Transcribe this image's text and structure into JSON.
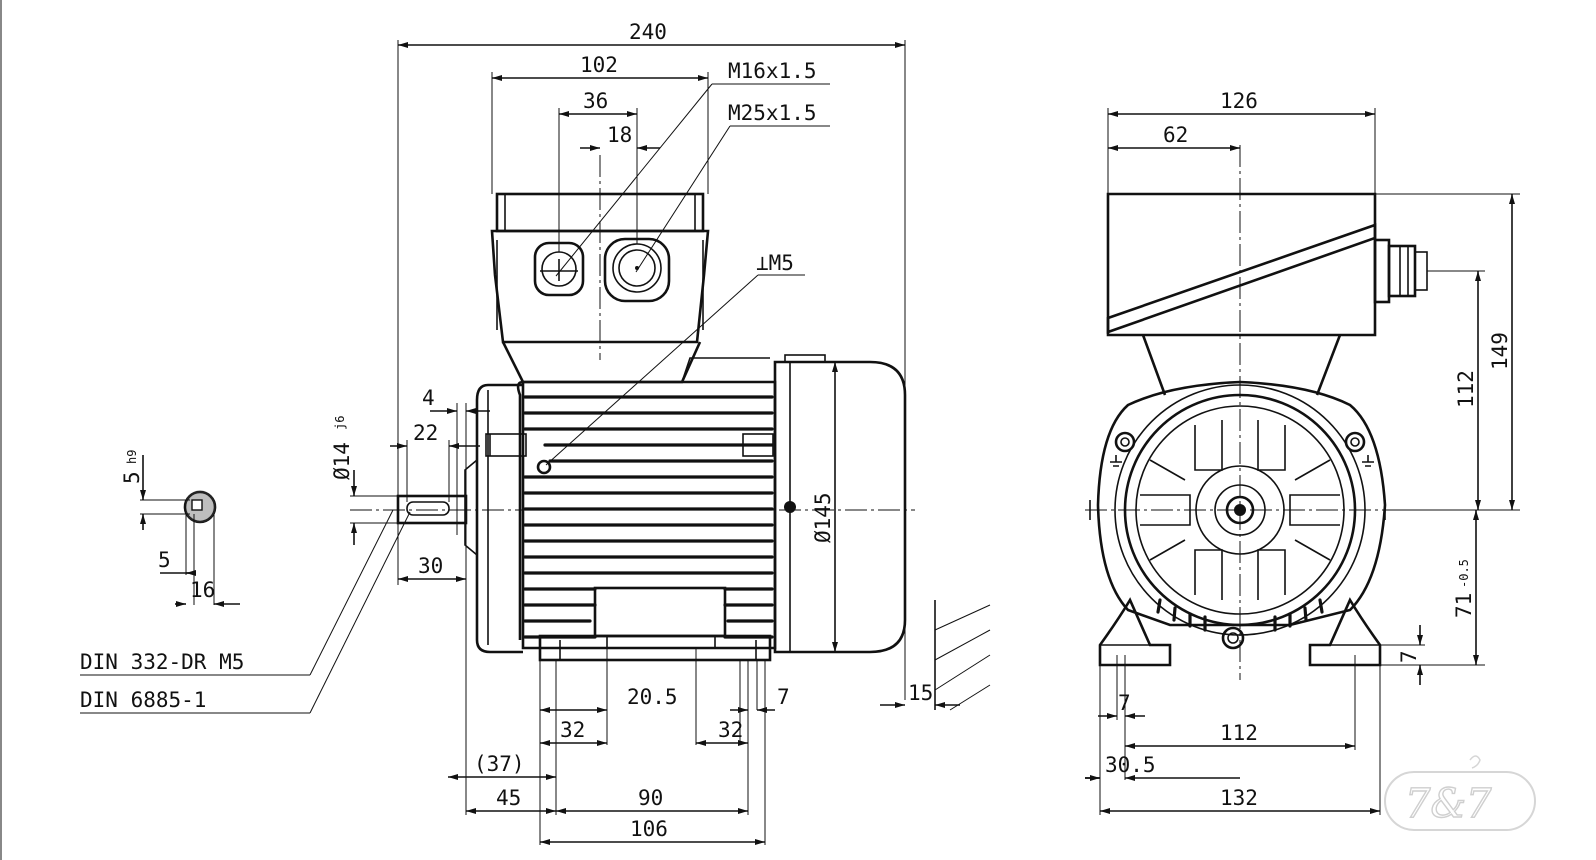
{
  "drawing": {
    "dimensions": {
      "overall_length": "240",
      "terminal_box_length": "102",
      "gland_spacing": "36",
      "gland_offset": "18",
      "gland_small": "M16x1.5",
      "gland_large": "M25x1.5",
      "earth_screw": "⊥M5",
      "key_width": "4",
      "key_length": "22",
      "shaft_diameter": "Ø14",
      "shaft_tolerance": "j6",
      "shaft_length": "30",
      "flange_diameter": "Ø145",
      "flange_depth": "15",
      "foot_to_shaft": "(37)",
      "foot_hole_dia": "20.5",
      "foot_slot_left": "32",
      "foot_slot_right": "32",
      "foot_thickness": "7",
      "shaft_shoulder": "45",
      "foot_hole_pitch": "90",
      "foot_length": "106",
      "standard_centre": "DIN 332-DR M5",
      "standard_key": "DIN 6885-1",
      "key_section_height": "5",
      "key_section_tol": "h9",
      "key_section_offset": "5",
      "key_section_dia": "16",
      "box_width": "126",
      "box_offset": "62",
      "gland_height": "112",
      "overall_height": "149",
      "shaft_height": "71",
      "shaft_height_tol": "-0.5",
      "end_foot_thickness": "7",
      "end_foot_thickness_left": "7",
      "foot_pitch_end": "112",
      "foot_edge": "30.5",
      "overall_width": "132"
    },
    "logo": {
      "text": "7&7"
    }
  }
}
